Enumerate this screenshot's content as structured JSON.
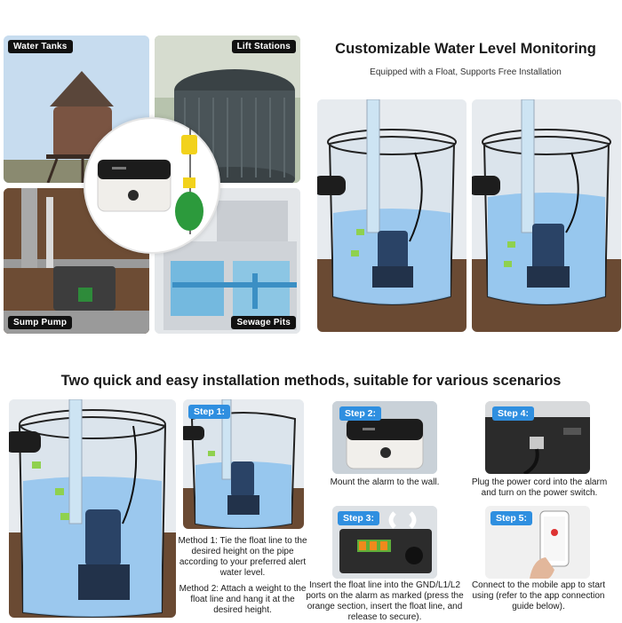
{
  "top": {
    "scenes": {
      "water_tanks": "Water Tanks",
      "lift_stations": "Lift Stations",
      "sump_pump": "Sump Pump",
      "sewage_pits": "Sewage Pits"
    },
    "title": "Customizable Water Level Monitoring",
    "subtitle": "Equipped with a Float, Supports Free Installation"
  },
  "bottom": {
    "title": "Two quick and easy installation methods, suitable for various scenarios",
    "steps": [
      {
        "badge": "Step 1:",
        "text": ""
      },
      {
        "badge": "Step 2:",
        "text": "Mount the alarm to the wall."
      },
      {
        "badge": "Step 3:",
        "text": "Insert the float line into the GND/L1/L2 ports on the alarm as marked (press the orange section, insert the float line, and release to secure)."
      },
      {
        "badge": "Step 4:",
        "text": "Plug the power cord into the alarm and turn on the power switch."
      },
      {
        "badge": "Step 5:",
        "text": "Connect to the mobile app to start using (refer to the app connection guide below)."
      }
    ],
    "method1": "Method 1: Tie the float line to the desired height on the pipe according to your preferred alert water level.",
    "method2": "Method 2: Attach a weight to the float line and hang it at the desired height."
  },
  "colors": {
    "step_blue": "#2f8fe0",
    "water": "#8fc3ee",
    "soil": "#6a4a33"
  }
}
